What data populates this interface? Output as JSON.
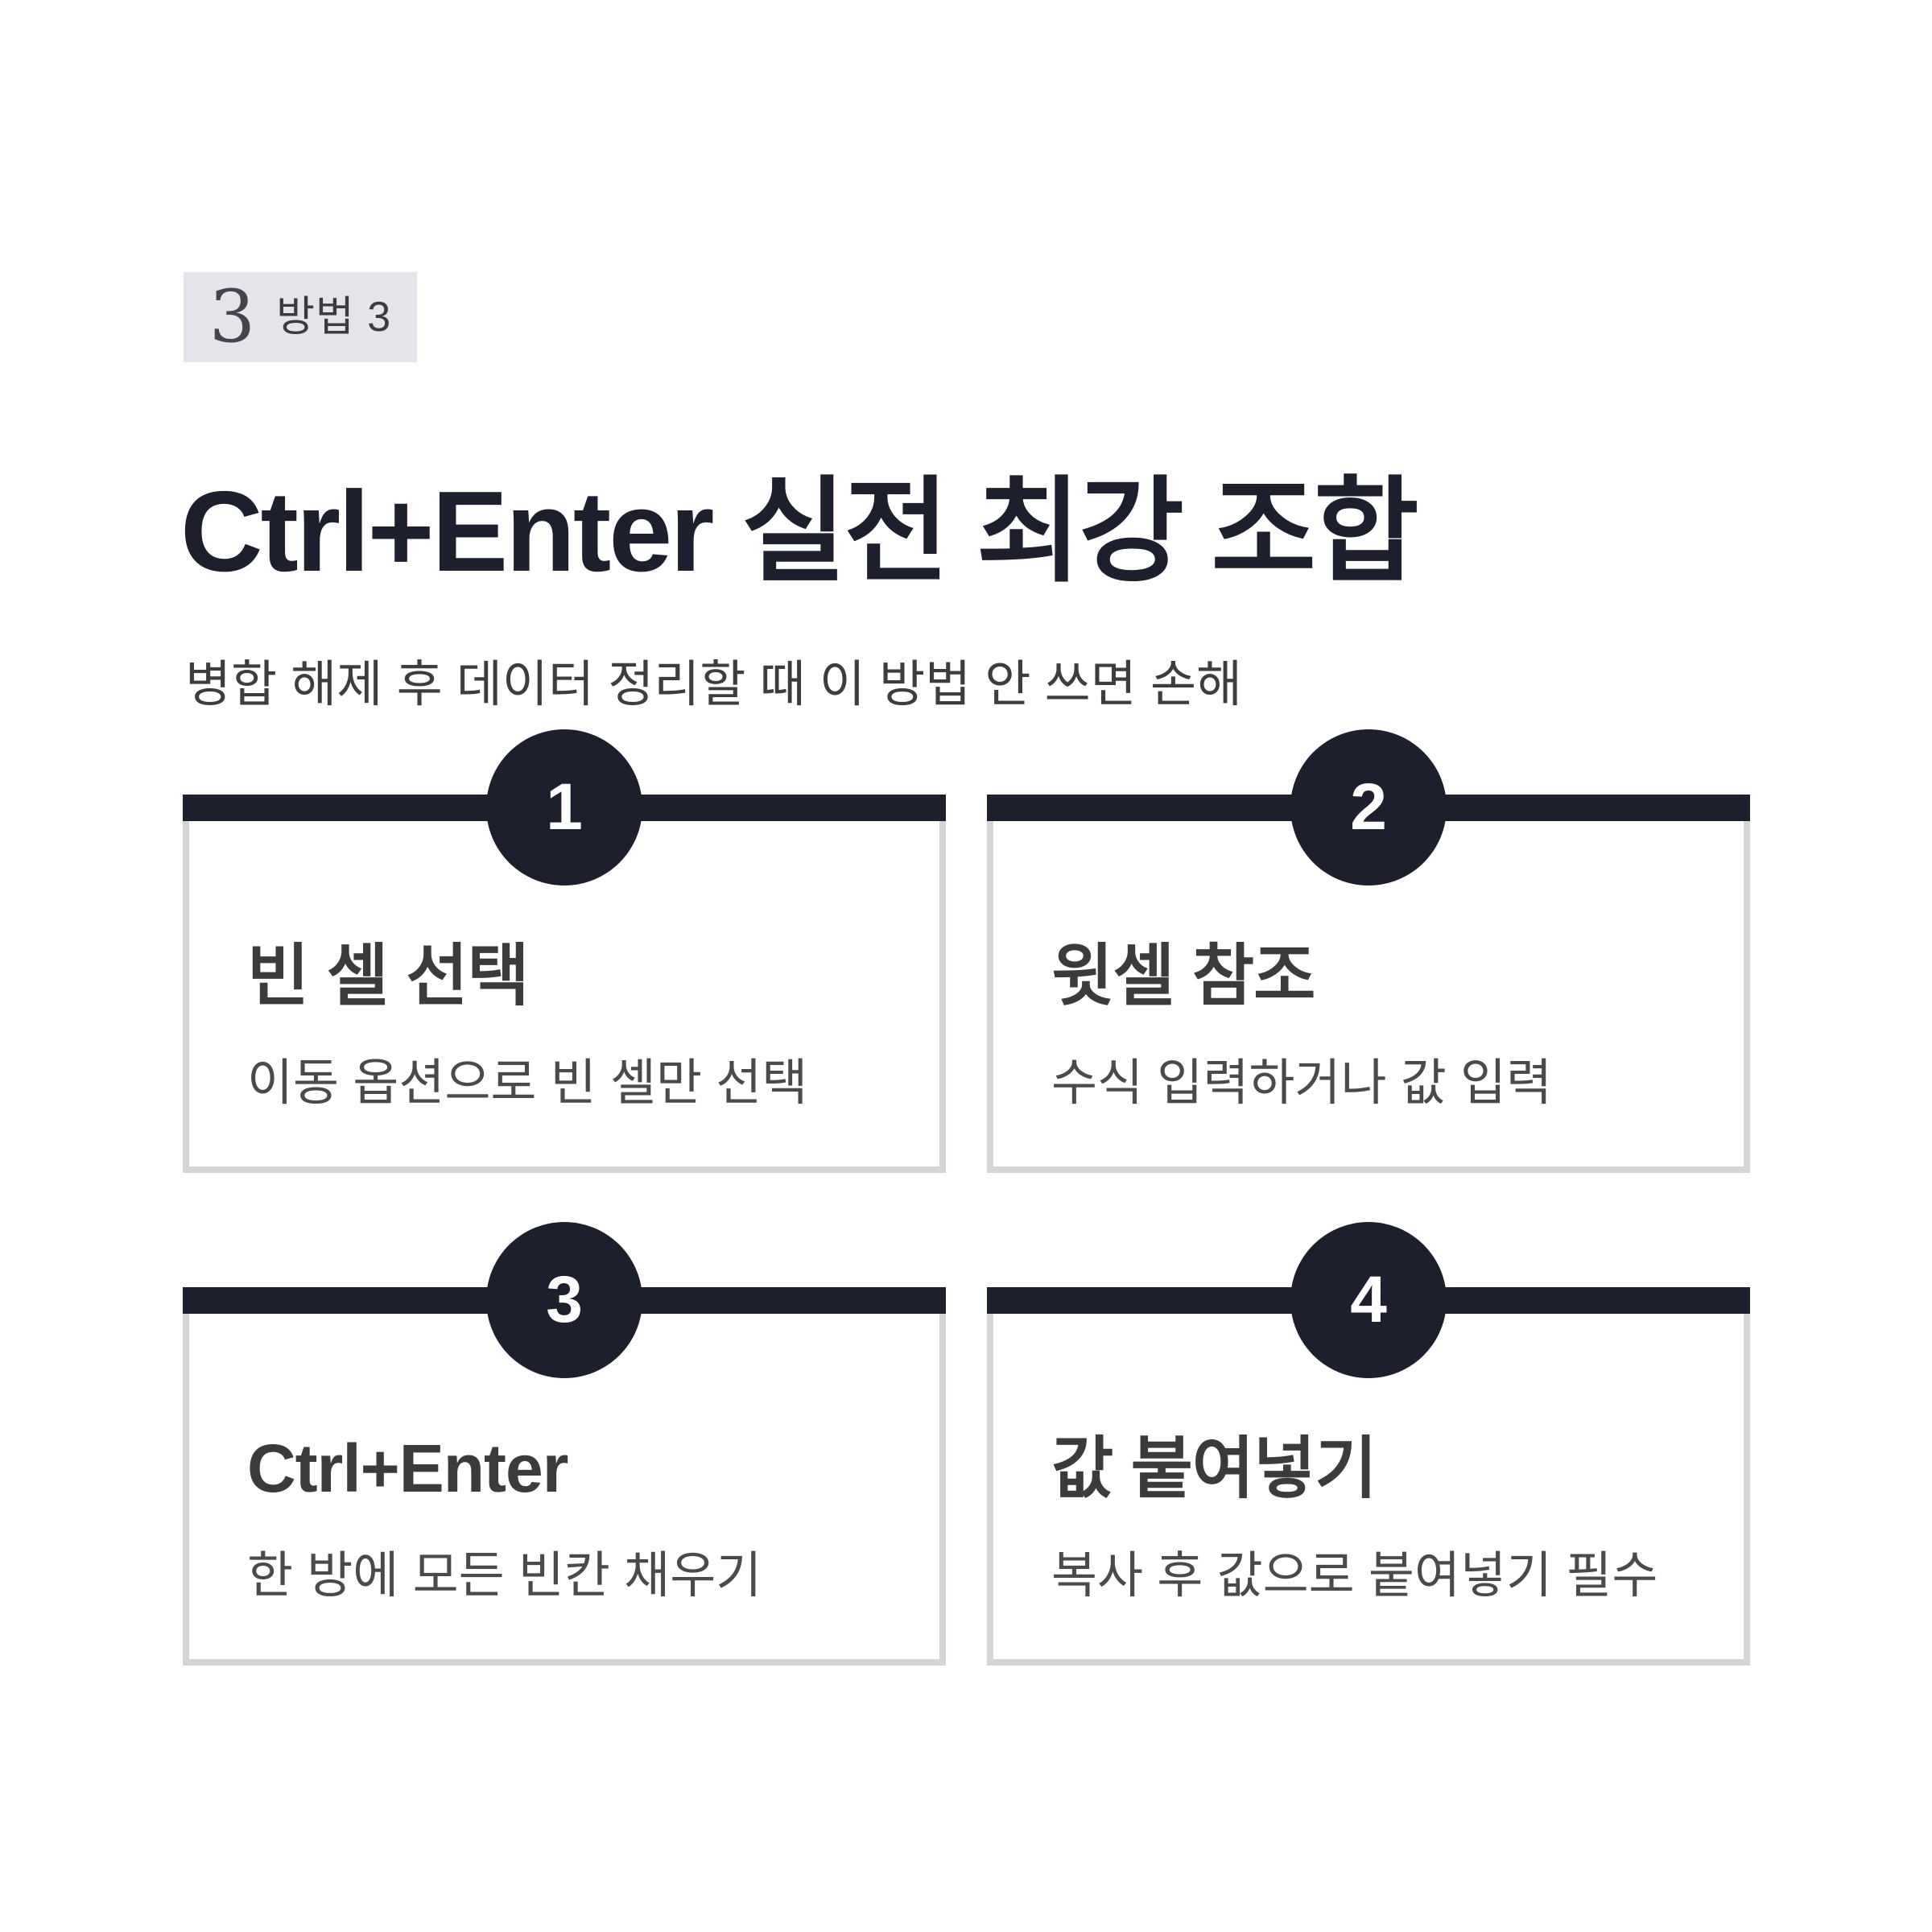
{
  "page": {
    "background": "#ffffff"
  },
  "colors": {
    "accent_navy": "#1d1f2d",
    "badge_background": "#e4e4eb",
    "badge_text": "#3a3b41",
    "card_border": "#d7d4d4",
    "title_text": "#1d1f2d",
    "subtitle_text": "#3d3d3d",
    "step_title_text": "#3b3b3b",
    "step_description_text": "#4a4a4a",
    "step_number_text": "#ffffff"
  },
  "header": {
    "badge": {
      "prefix": "3",
      "label": "방법 3"
    },
    "title": "Ctrl+Enter 실전 최강 조합",
    "subtitle": "병합 해제 후 데이터 정리할 때 이 방법 안 쓰면 손해"
  },
  "steps": [
    {
      "number": "1",
      "title": "빈 셀 선택",
      "description": "이동 옵션으로 빈 셀만 선택"
    },
    {
      "number": "2",
      "title": "윗셀 참조",
      "description": "수식 입력하거나 값 입력"
    },
    {
      "number": "3",
      "title": "Ctrl+Enter",
      "description": "한 방에 모든 빈칸 채우기"
    },
    {
      "number": "4",
      "title": "값 붙여넣기",
      "description": "복사 후 값으로 붙여넣기 필수"
    }
  ]
}
